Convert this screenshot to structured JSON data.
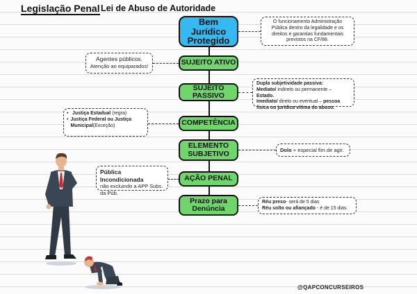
{
  "header": {
    "subject": "Legislação Penal",
    "topic": "Lei de Abuso de Autoridade"
  },
  "nodes": {
    "bem_juridico": "Bem Jurídico Protegido",
    "sujeito_ativo": "SUJEITO ATIVO",
    "sujeito_passivo": "SUJEITO PASSIVO",
    "competencia": "COMPETÊNCIA",
    "elemento_subjetivo": "ELEMENTO SUBJETIVO",
    "acao_penal": "AÇÃO PENAL",
    "prazo_denuncia": "Prazo para Denúncia"
  },
  "notes": {
    "bem_juridico": "O funcionamento Administração Pública dentro da legalidade e os direitos e garantias fundamentais previstos na CF/88.",
    "sujeito_ativo": {
      "line1": "Agentes públicos.",
      "line2": "Atenção ao equiparados!"
    },
    "sujeito_passivo": {
      "title": "Dupla subjetividade passiva:",
      "mediato_label": "Mediato/",
      "mediato_text": " indireto ou permanente – ",
      "mediato_value": "Estado.",
      "imediato_label": "Imediato/",
      "imediato_text": " direto ou eventual – ",
      "imediato_value": "pessoa física ou jurídica vítima do abuso."
    },
    "competencia": {
      "item1_bold": "Justiça Estadual",
      "item1_rest": " (regra)",
      "item2_bold": "Justiça Federal ou Justiça Municipal",
      "item2_rest": "(Exceção)"
    },
    "elemento_subjetivo": {
      "bold": "Dolo",
      "rest": " + especial fim de agir."
    },
    "acao_penal": {
      "bold": "Pública Incondicionada",
      "rest": "não excluindo a APP Subs. da Púb."
    },
    "prazo": {
      "line1_bold": "Réu preso",
      "line1_rest": "- será de 5 dias",
      "line2_bold": "Réu solto ou afiançado",
      "line2_rest": " - é de 15 dias."
    }
  },
  "footer": "@QAPCONCURSEIROS"
}
